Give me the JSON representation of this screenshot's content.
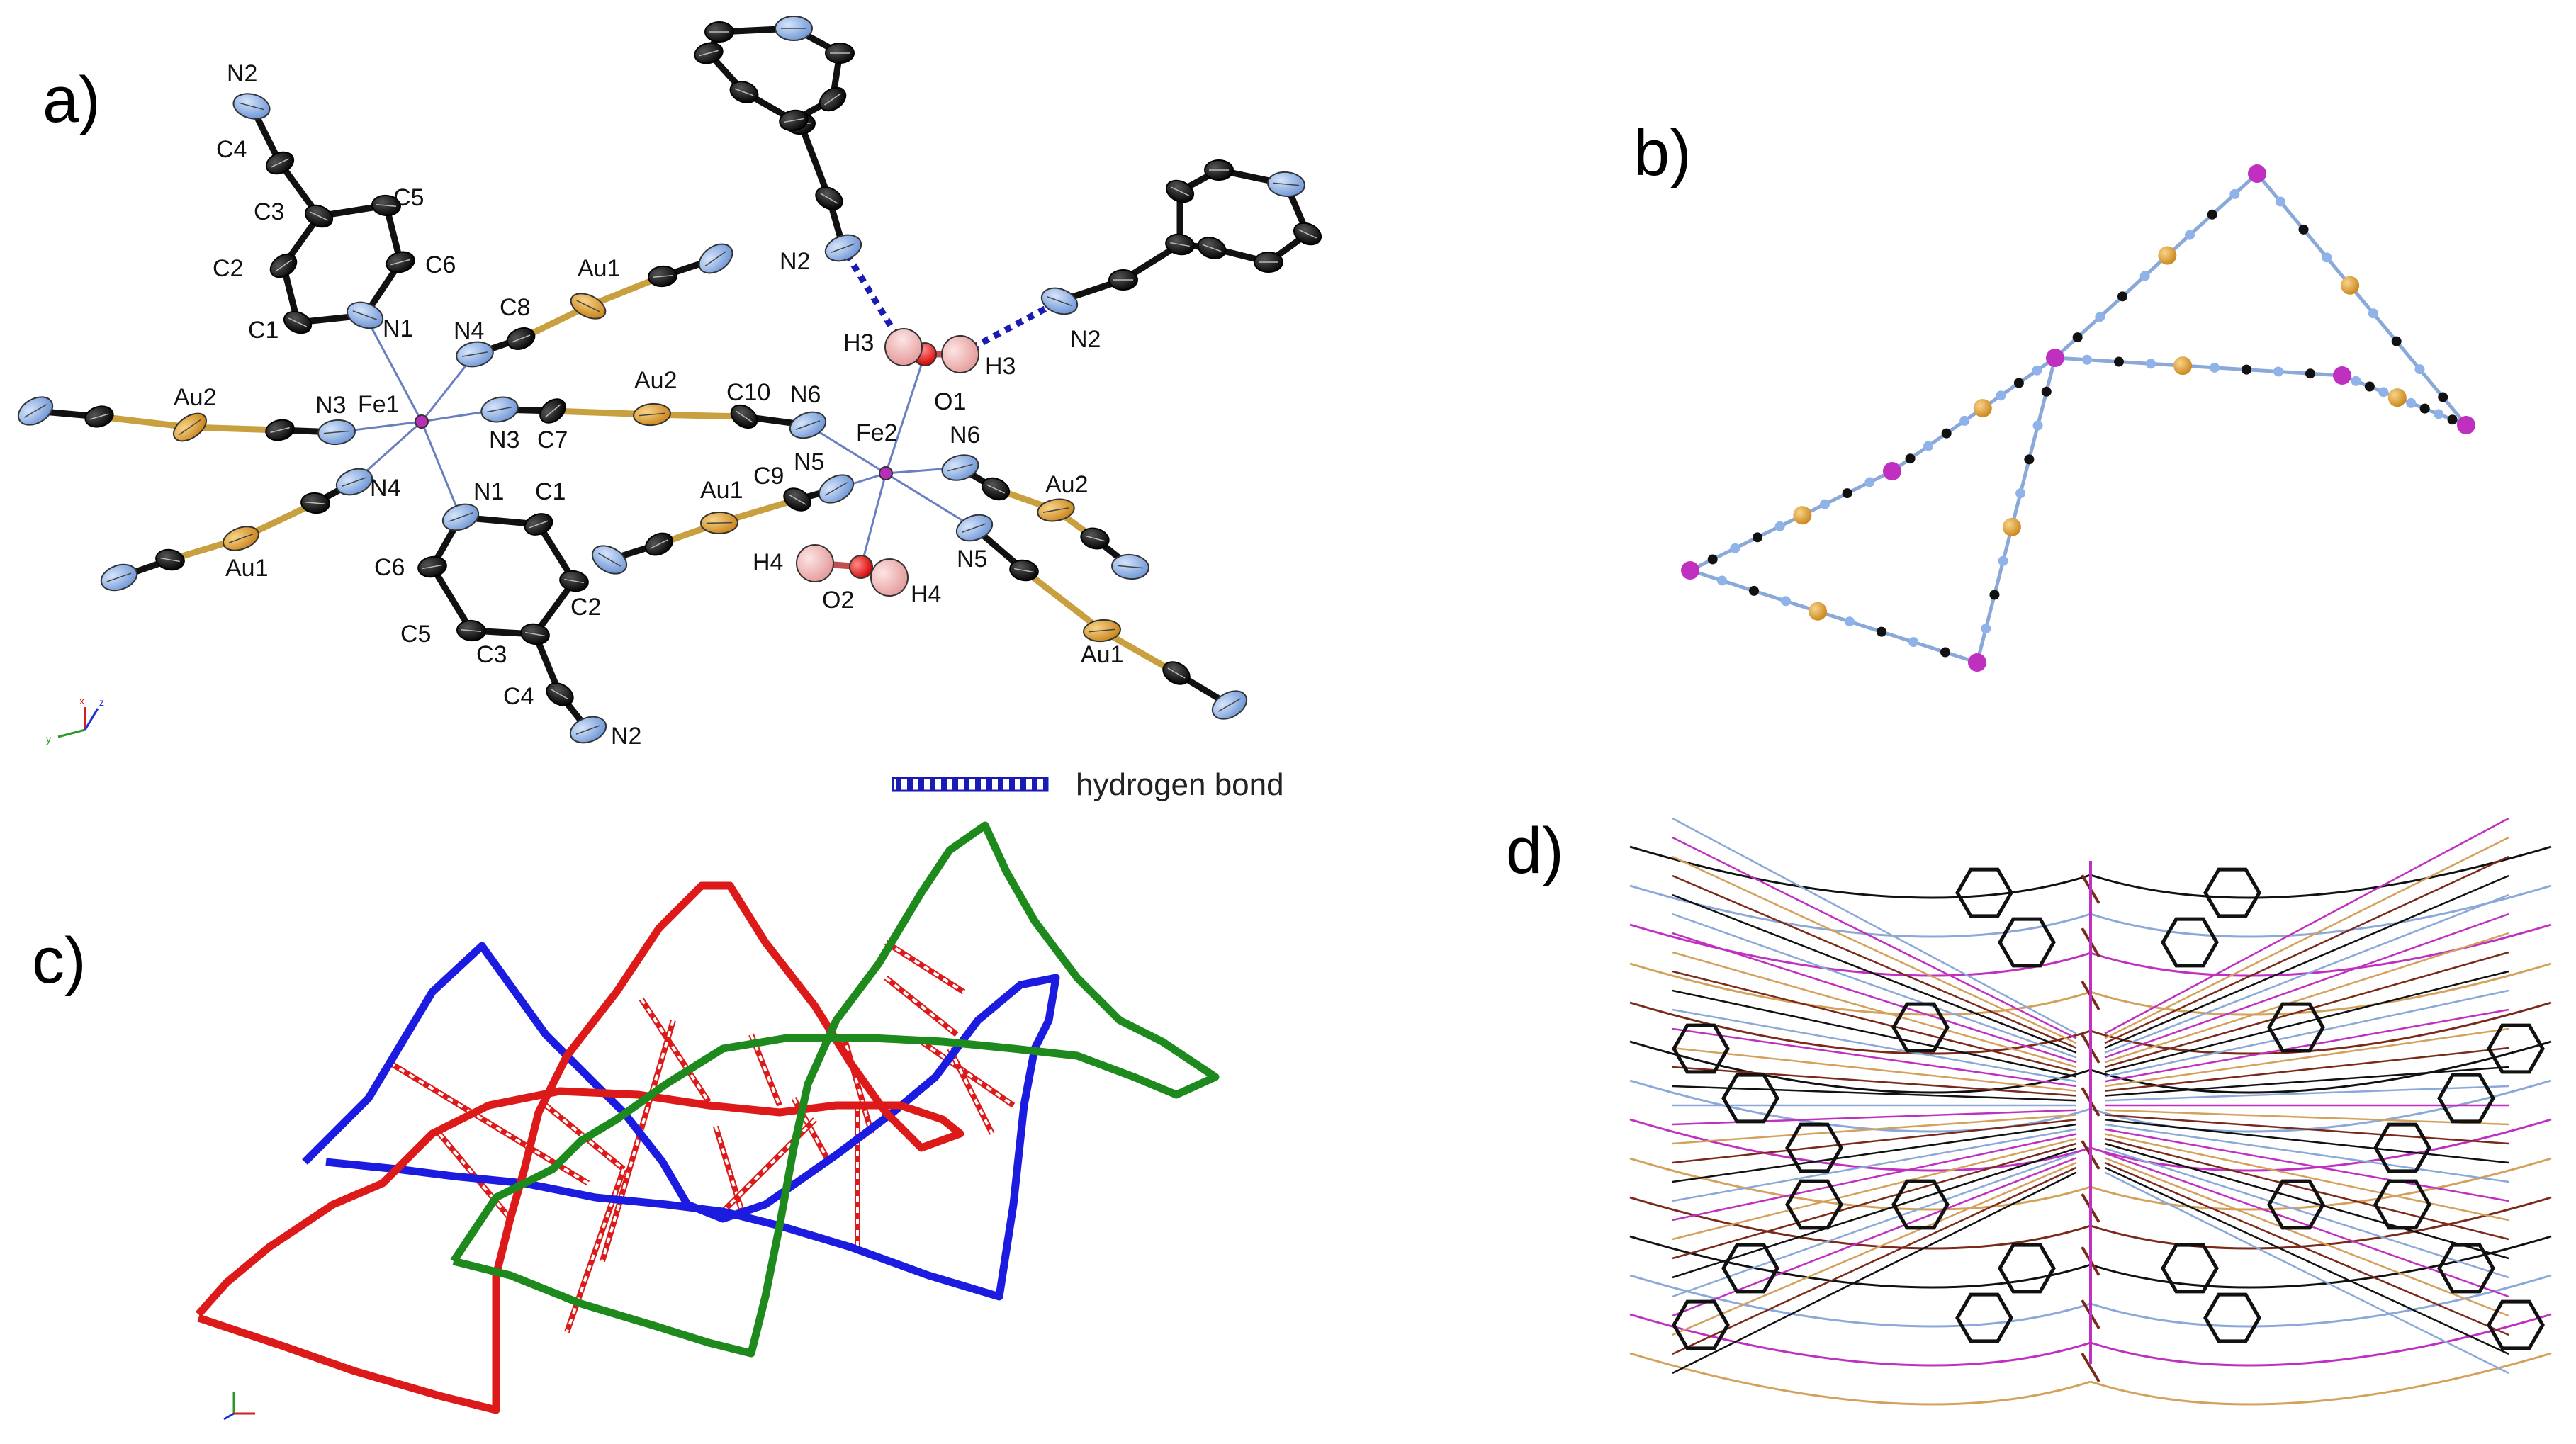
{
  "panels": {
    "a": {
      "label": "a)"
    },
    "b": {
      "label": "b)"
    },
    "c": {
      "label": "c)"
    },
    "d": {
      "label": "d)"
    }
  },
  "legend": {
    "text": "hydrogen bond"
  },
  "atom_labels": {
    "fe1": "Fe1",
    "fe2": "Fe2",
    "n2_top": "N2",
    "c4_top": "C4",
    "c3_top": "C3",
    "c5_top": "C5",
    "c2_top": "C2",
    "c6_top": "C6",
    "c1_top": "C1",
    "n1_top": "N1",
    "n4_top": "N4",
    "c8": "C8",
    "au1_top": "Au1",
    "au2_left": "Au2",
    "n3_left": "N3",
    "n3_mid": "N3",
    "c7": "C7",
    "au2_mid": "Au2",
    "c10": "C10",
    "n6_mid": "N6",
    "n4_low": "N4",
    "au1_low": "Au1",
    "n1_low": "N1",
    "c1_low": "C1",
    "c6_low": "C6",
    "c5_low": "C5",
    "c3_low": "C3",
    "c2_low": "C2",
    "c4_low": "C4",
    "n2_low": "N2",
    "n2_upper": "N2",
    "h3_left": "H3",
    "o1": "O1",
    "h3_right": "H3",
    "n2_right": "N2",
    "n5_mid": "N5",
    "n6_right": "N6",
    "au1_right": "Au1",
    "c9": "C9",
    "au2_right": "Au2",
    "h4_left": "H4",
    "o2": "O2",
    "h4_right": "H4",
    "n5_low": "N5",
    "au1_far": "Au1"
  },
  "axes": {
    "x": "x",
    "y": "y",
    "z": "z"
  },
  "colors": {
    "carbon": "#111111",
    "nitrogen": "#8fb3e8",
    "gold": "#e8a93a",
    "iron": "#b62fb6",
    "oxygen": "#ff1a1a",
    "hydrogen": "#f2b4b4",
    "hbond_blue": "#1a1ab4",
    "chain_red": "#dd1a1a",
    "chain_blue": "#1c1ce0",
    "chain_green": "#1e8a1e",
    "magenta": "#c030c0"
  }
}
